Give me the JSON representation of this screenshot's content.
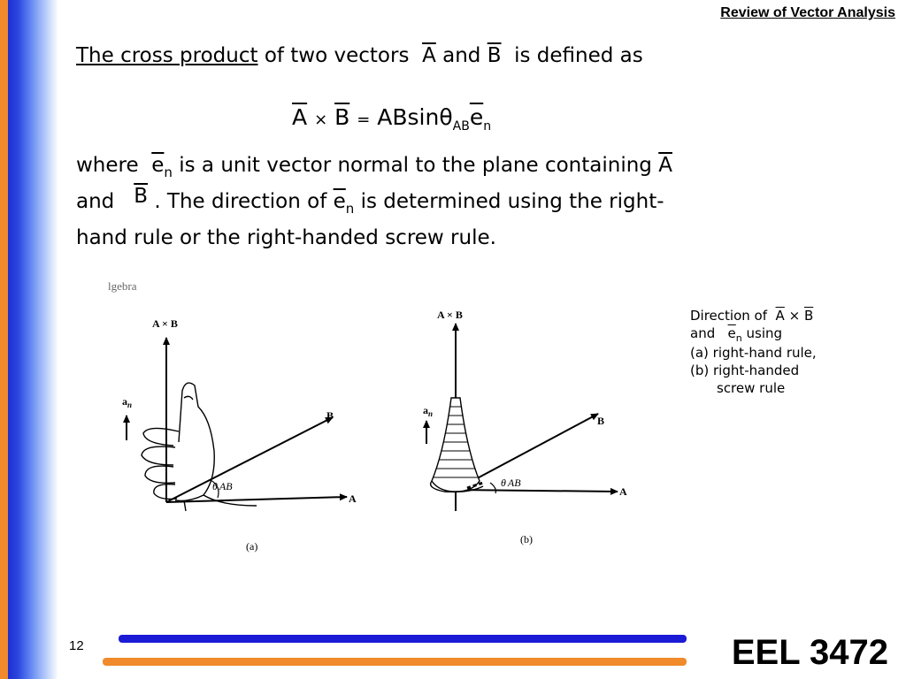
{
  "header": {
    "title": "Review of Vector Analysis"
  },
  "body": {
    "line1": {
      "term": "The cross product",
      "text1": "of two vectors",
      "vecA": "A",
      "and": "and",
      "vecB": "B",
      "text2": "is defined as"
    },
    "formula": {
      "A": "A",
      "times": "×",
      "B": "B",
      "eq": "=",
      "AB": "AB",
      "sin": "sin",
      "theta": "θ",
      "sub_AB": "AB",
      "e": "e",
      "sub_n": "n"
    },
    "line3": {
      "where": "where",
      "e": "e",
      "n": "n",
      "text": "is a unit vector normal to the plane containing",
      "vecA": "A"
    },
    "line4": {
      "and": "and",
      "vecB": "B",
      "text1": ". The direction of",
      "e": "e",
      "n": "n",
      "text2": "is determined using the right-"
    },
    "line5": {
      "text": "hand rule or the right-handed screw rule."
    }
  },
  "figure": {
    "stray_text": "lgebra",
    "a": {
      "axis_top": "A × B",
      "an": "a",
      "an_sub": "n",
      "B": "B",
      "A": "A",
      "theta": "θ",
      "theta_sub": "AB",
      "label": "(a)"
    },
    "b": {
      "axis_top": "A × B",
      "an": "a",
      "an_sub": "n",
      "B": "B",
      "A": "A",
      "theta": "θ",
      "theta_sub": "AB",
      "label": "(b)"
    }
  },
  "caption": {
    "l1_text": "Direction of",
    "A": "A",
    "times": "×",
    "B": "B",
    "l2_and": "and",
    "e": "e",
    "n": "n",
    "l2_using": "using",
    "l3": "(a) right-hand rule,",
    "l4": "(b) right-handed",
    "l5": "screw rule"
  },
  "footer": {
    "page": "12",
    "course": "EEL 3472"
  },
  "colors": {
    "orange": "#f08a2a",
    "blue": "#1b1bd6"
  }
}
